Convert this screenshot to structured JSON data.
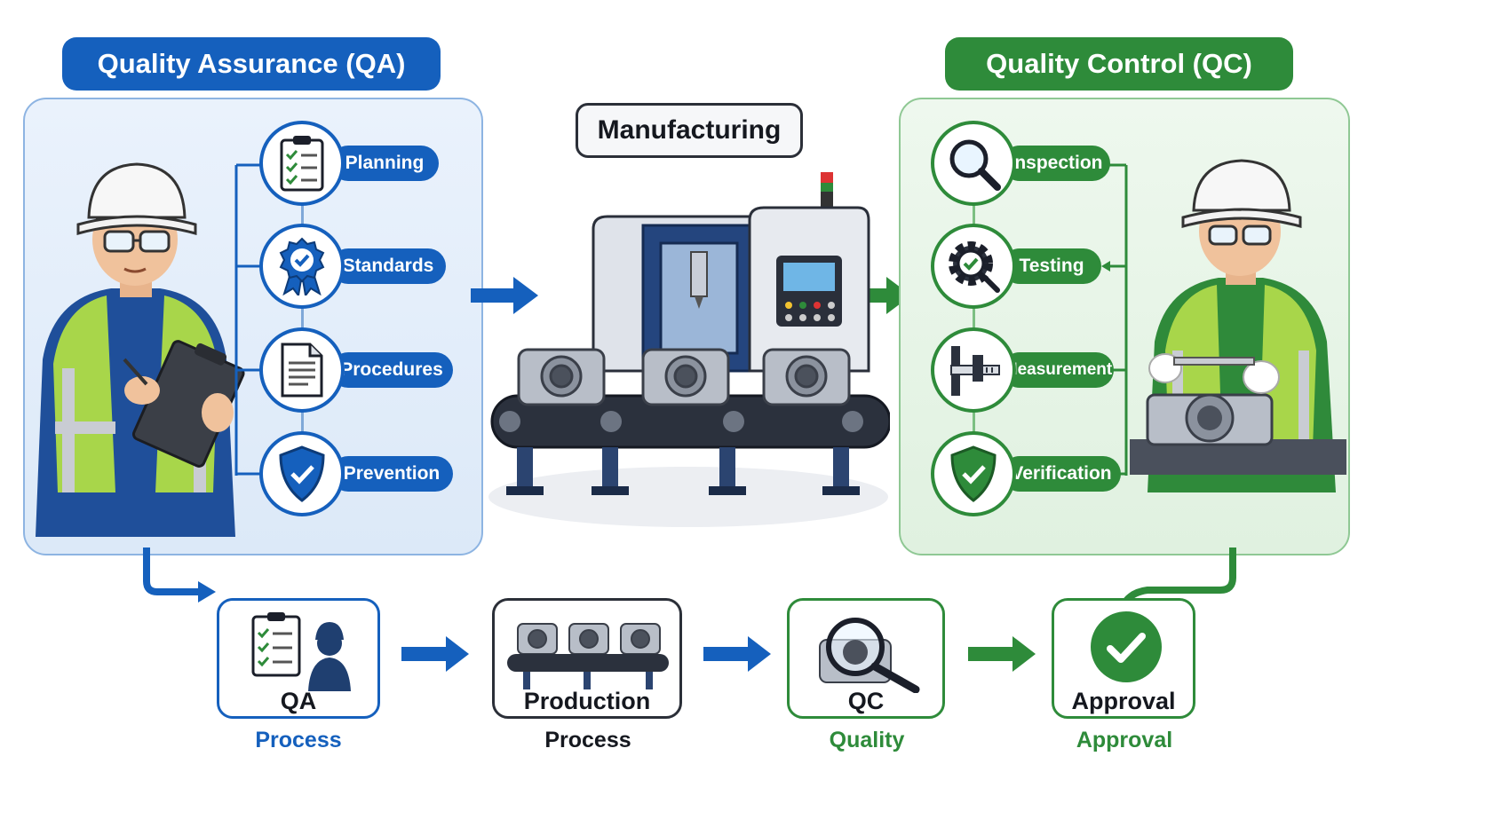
{
  "colors": {
    "qa_blue": "#1565c0",
    "qc_green": "#2e8b3a",
    "dark": "#1b1f2a",
    "qa_panel": "#e6f0fb",
    "qc_panel": "#e9f5e9"
  },
  "qa": {
    "title": "Quality Assurance (QA)",
    "items": [
      {
        "label": "Planning",
        "icon": "clipboard-checklist-icon"
      },
      {
        "label": "Standards",
        "icon": "award-ribbon-icon"
      },
      {
        "label": "Procedures",
        "icon": "document-icon"
      },
      {
        "label": "Prevention",
        "icon": "shield-check-icon"
      }
    ]
  },
  "manufacturing": {
    "label": "Manufacturing"
  },
  "qc": {
    "title": "Quality Control (QC)",
    "items": [
      {
        "label": "Inspection",
        "icon": "magnifier-icon"
      },
      {
        "label": "Testing",
        "icon": "gear-check-icon"
      },
      {
        "label": "Measurement",
        "icon": "caliper-icon"
      },
      {
        "label": "Verification",
        "icon": "shield-check-icon"
      }
    ]
  },
  "flow": [
    {
      "box_label": "QA",
      "caption": "Process"
    },
    {
      "box_label": "Production",
      "caption": "Process"
    },
    {
      "box_label": "QC",
      "caption": "Quality"
    },
    {
      "box_label": "Approval",
      "caption": "Approval"
    }
  ]
}
